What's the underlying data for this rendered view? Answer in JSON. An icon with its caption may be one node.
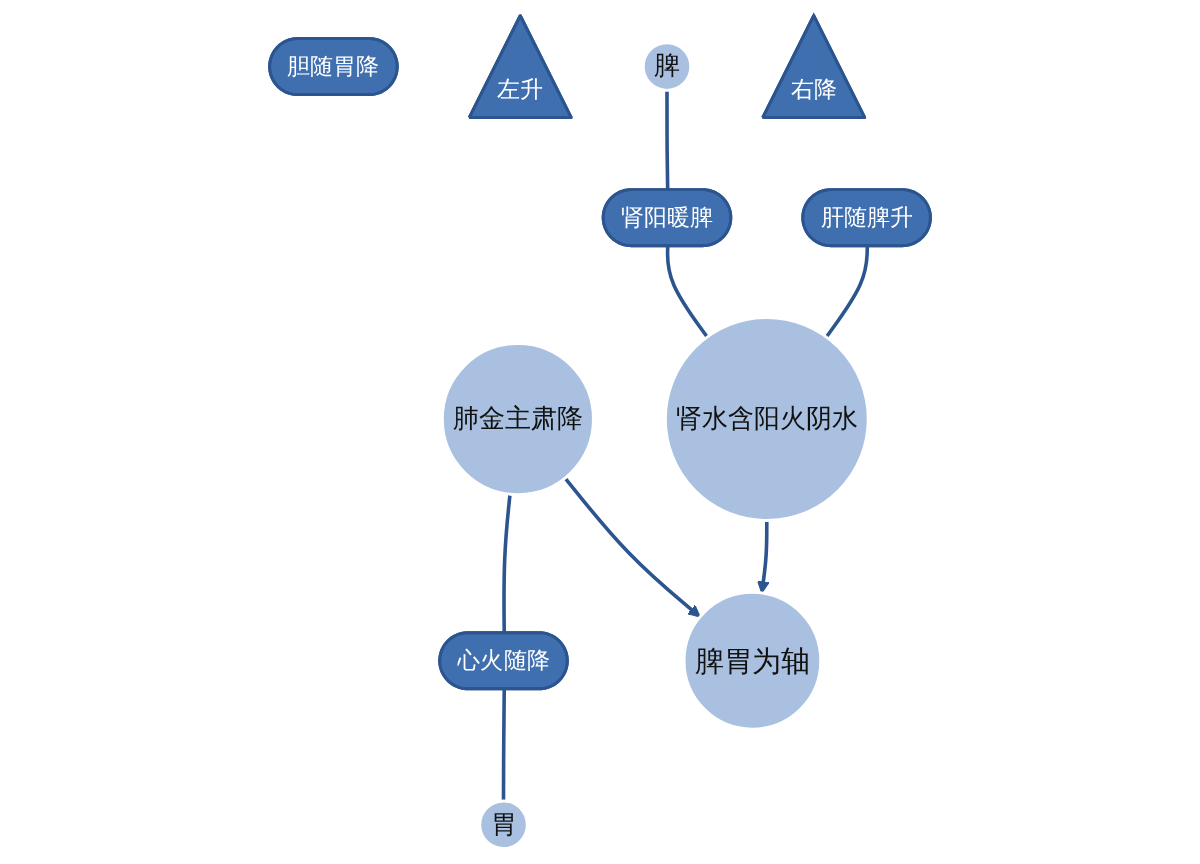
{
  "diagram": {
    "nodes": [
      {
        "text": [
          "肺金主肃降"
        ]
      },
      {
        "text": [
          "心火随降"
        ]
      },
      {
        "text": [
          "胆随胃降"
        ]
      },
      {
        "text": [
          "左升"
        ]
      },
      {
        "text": [
          "脾"
        ]
      },
      {
        "text": [
          "脾胃为轴"
        ]
      },
      {
        "text": [
          "胃"
        ]
      },
      {
        "text": [
          "右降"
        ]
      },
      {
        "text": [
          "肝随脾升"
        ]
      },
      {
        "text": [
          "肾阳暖脾"
        ]
      },
      {
        "text": [
          "肾水含阳火阴水"
        ]
      }
    ],
    "edges": [
      {
        "from": 0,
        "to": 1,
        "arrow": "none"
      },
      {
        "from": 1,
        "to": 6,
        "arrow": "none"
      },
      {
        "from": 0,
        "to": 5,
        "arrow": "to"
      },
      {
        "from": 4,
        "to": 9,
        "arrow": "none"
      },
      {
        "from": 9,
        "to": 10,
        "arrow": "none"
      },
      {
        "from": 8,
        "to": 10,
        "arrow": "none"
      },
      {
        "from": 10,
        "to": 5,
        "arrow": "to"
      }
    ]
  }
}
